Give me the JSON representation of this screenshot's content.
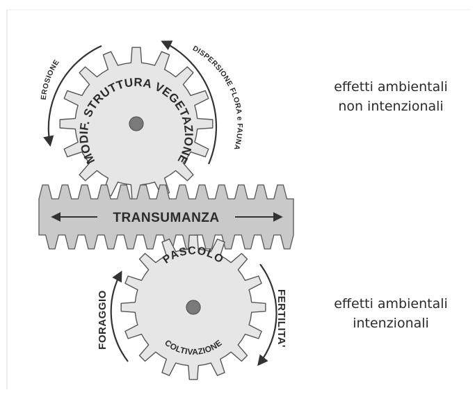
{
  "top_gear": {
    "text": "MODIF. STRUTTURA VEGETAZIONE",
    "left_arrow_label": "EROSIONE",
    "right_arrow_label": "DISPERSIONE FLORA e FAUNA"
  },
  "rack": {
    "label": "TRANSUMANZA"
  },
  "bottom_gear": {
    "top_text": "PASCOLO",
    "bottom_text": "COLTIVAZIONE",
    "left_arrow_label": "FORAGGIO",
    "right_arrow_label": "FERTILITA'"
  },
  "side_labels": {
    "top_line1": "effetti ambientali",
    "top_line2": "non intenzionali",
    "bottom_line1": "effetti ambientali",
    "bottom_line2": "intenzionali"
  },
  "colors": {
    "gear_fill": "#e6e6e6",
    "gear_stroke": "#555555",
    "hub": "#7a7a7a",
    "rack_fill": "#c9c9c9",
    "text": "#2b2b2b"
  }
}
